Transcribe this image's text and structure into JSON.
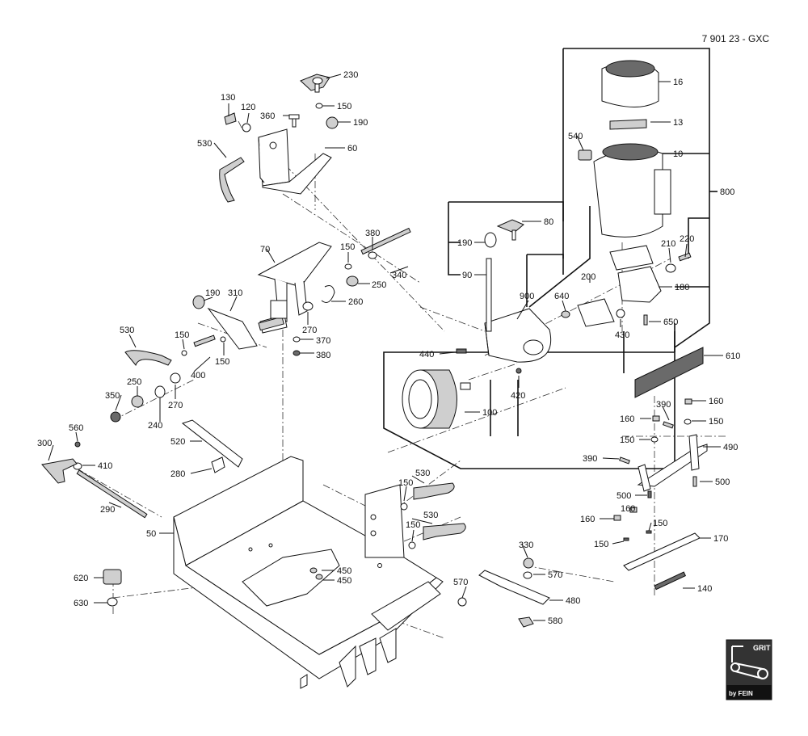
{
  "document_number": "7 901 23 - GXC",
  "logo": {
    "brand": "GRIT",
    "sub": "by FEIN",
    "icon": "belt-grinder-icon"
  },
  "part_labels": [
    "230",
    "150",
    "130",
    "120",
    "360",
    "190",
    "530",
    "60",
    "380",
    "150",
    "70",
    "340",
    "250",
    "190",
    "310",
    "260",
    "270",
    "370",
    "380",
    "530",
    "150",
    "150",
    "400",
    "250",
    "270",
    "350",
    "240",
    "560",
    "300",
    "410",
    "520",
    "280",
    "290",
    "50",
    "530",
    "150",
    "530",
    "150",
    "450",
    "450",
    "620",
    "630",
    "330",
    "570",
    "570",
    "480",
    "580",
    "16",
    "13",
    "540",
    "10",
    "800",
    "80",
    "190",
    "90",
    "200",
    "210",
    "220",
    "900",
    "640",
    "180",
    "430",
    "650",
    "440",
    "420",
    "100",
    "610",
    "390",
    "160",
    "160",
    "150",
    "150",
    "490",
    "390",
    "500",
    "500",
    "160",
    "160",
    "150",
    "150",
    "170",
    "140"
  ]
}
